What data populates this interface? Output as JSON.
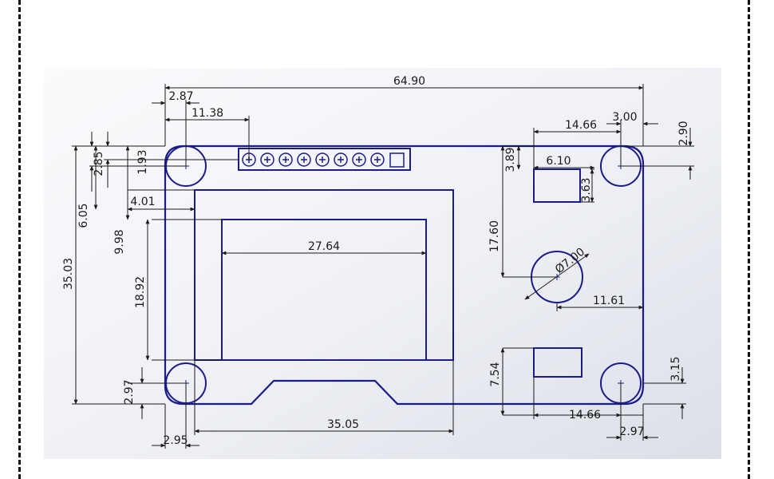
{
  "colors": {
    "outline": "#1b1b8a",
    "dimension": "#1a1a1a",
    "frame": "#111111",
    "background_light": "#f7f8fb",
    "background_dark": "#dde0e8"
  },
  "dimensions": {
    "overall_width": "64.90",
    "pin1_offset": "2.87",
    "header_offset": "11.38",
    "top_right_span": "14.66",
    "right_hole_offset": "3.00",
    "right_hole_top": "2.90",
    "hole_top_offset": "2.85",
    "header_top_offset": "1.93",
    "display_left_offset": "4.01",
    "display_top_offset": "6.05",
    "active_top_offset": "9.98",
    "overall_height": "35.03",
    "active_height": "18.92",
    "active_width": "27.64",
    "bottom_hole_offset": "2.97",
    "bottom_left_offset": "2.95",
    "display_width": "35.05",
    "pad_top_offset": "3.89",
    "pad_width": "6.10",
    "pad_height": "3.63",
    "big_hole_top": "17.60",
    "big_hole_diameter": "Ø7.00",
    "big_hole_right": "11.61",
    "lower_pad_offset": "7.54",
    "bottom_right_span": "14.66",
    "bottom_right_hole": "3.15",
    "bottom_right_offset": "2.97"
  }
}
